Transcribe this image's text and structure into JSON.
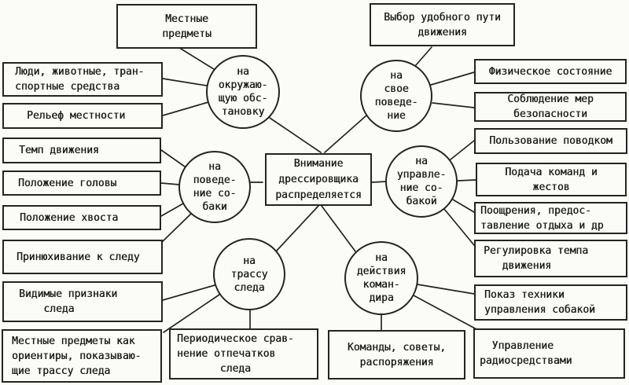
{
  "figure": {
    "center_node": {
      "text": "Внимание\nдрессировщика\nраспределяется"
    },
    "circle_nodes": [
      {
        "name": "attention-surroundings",
        "text": "на\nокружаю-\nщую обс-\nтановку"
      },
      {
        "name": "attention-own-behavior",
        "text": "на\nсвое\nповеде-\nние"
      },
      {
        "name": "attention-dog-behavior",
        "text": "на\nповеде-\nние со-\nбаки"
      },
      {
        "name": "attention-dog-control",
        "text": "на\nуправле-\nние со-\nбакой"
      },
      {
        "name": "attention-track",
        "text": "на\nтрассу\nследа"
      },
      {
        "name": "attention-commander",
        "text": "на\nдействия\nкоман-\nдира"
      }
    ],
    "leaf_boxes": [
      {
        "name": "local-objects",
        "text": "Местные\nпредметы"
      },
      {
        "name": "route-choice",
        "text": "Выбор удобного пути\nдвижения"
      },
      {
        "name": "people-animals-transport",
        "text": "Люди, животные, тран-\nспортные средства"
      },
      {
        "name": "terrain",
        "text": "Рельеф местности"
      },
      {
        "name": "movement-pace",
        "text": "Темп движения"
      },
      {
        "name": "head-position",
        "text": "Положение головы"
      },
      {
        "name": "tail-position",
        "text": "Положение хвоста"
      },
      {
        "name": "sniffing-track",
        "text": "Принюхивание к следу"
      },
      {
        "name": "visible-track-signs",
        "text": "Видимые признаки\n    следа"
      },
      {
        "name": "landmarks-showing-track",
        "text": "Местные предметы как\nориентиры, показываю-\nщие трассу следа"
      },
      {
        "name": "physical-state",
        "text": "Физическое состояние"
      },
      {
        "name": "safety-measures",
        "text": "Соблюдение мер\nбезопасности"
      },
      {
        "name": "leash-use",
        "text": "Пользование поводком"
      },
      {
        "name": "commands-and-gestures",
        "text": "Подача команд и\nжестов"
      },
      {
        "name": "rewards-and-rest",
        "text": "Поощрения, предос-\nтавление отдыха и др"
      },
      {
        "name": "pace-regulation",
        "text": "Регулировка темпа\n   движения"
      },
      {
        "name": "control-technique-demo",
        "text": "Показ техники\nуправления собакой"
      },
      {
        "name": "radio-control",
        "text": "  Управление\nрадиосредствами"
      },
      {
        "name": "print-comparison",
        "text": "Периодическое срав-\nнение отпечатков\n       следа"
      },
      {
        "name": "commands-advice-orders",
        "text": "Команды, советы,\nраспоряжения"
      }
    ]
  }
}
